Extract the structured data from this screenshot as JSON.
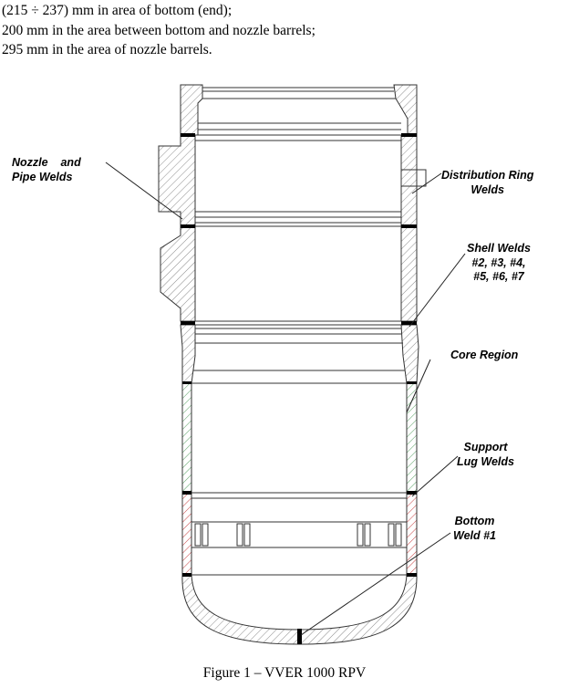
{
  "intro_lines": [
    "(215 ÷ 237) mm in area of bottom (end);",
    "200 mm in the area between bottom and nozzle barrels;",
    "295 mm in the area of nozzle barrels."
  ],
  "labels": {
    "nozzle_pipe_welds": "Nozzle    and\nPipe Welds",
    "distribution_ring_welds": "Distribution Ring\nWelds",
    "shell_welds": "Shell Welds\n#2, #3, #4,\n#5, #6, #7",
    "core_region": "Core Region",
    "support_lug_welds": "Support\nLug Welds",
    "bottom_weld": "Bottom\nWeld #1"
  },
  "caption": "Figure 1 – VVER 1000 RPV",
  "colors": {
    "line": "#333333",
    "hatch_gray": "#8c8c8c",
    "hatch_green": "#4f9a5a",
    "hatch_red": "#c94a4a",
    "weld": "#000000"
  }
}
